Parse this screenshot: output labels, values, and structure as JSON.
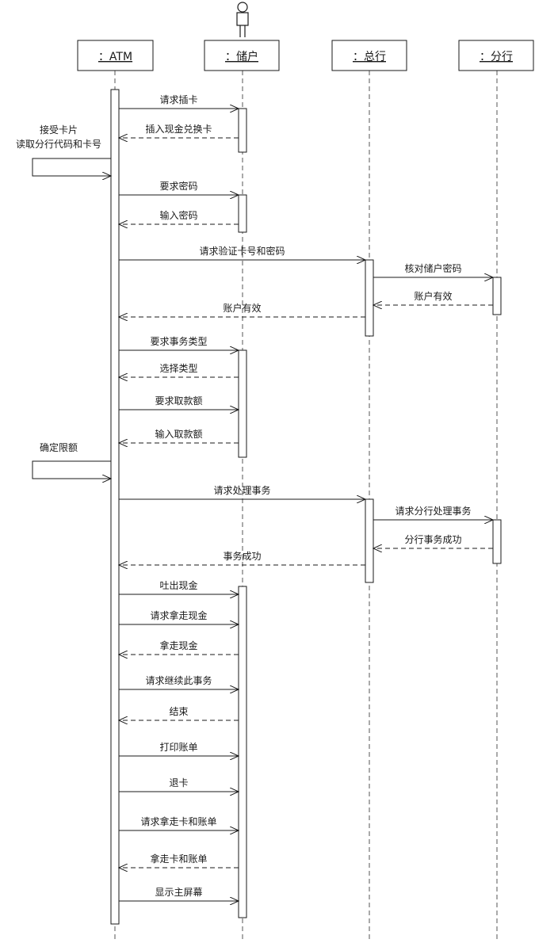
{
  "participants": [
    {
      "id": "atm",
      "label": "：ATM"
    },
    {
      "id": "user",
      "label": "：储户",
      "actor_icon": "stick-figure-icon"
    },
    {
      "id": "hq",
      "label": "：总行"
    },
    {
      "id": "branch",
      "label": "：分行"
    }
  ],
  "messages": [
    {
      "from": "atm",
      "to": "user",
      "text": "请求插卡",
      "style": "sync"
    },
    {
      "from": "user",
      "to": "atm",
      "text": "插入现金兑换卡",
      "style": "return"
    },
    {
      "from": "atm",
      "to": "atm",
      "text": "接受卡片\n读取分行代码和卡号",
      "style": "self"
    },
    {
      "from": "atm",
      "to": "user",
      "text": "要求密码",
      "style": "sync"
    },
    {
      "from": "user",
      "to": "atm",
      "text": "输入密码",
      "style": "return"
    },
    {
      "from": "atm",
      "to": "hq",
      "text": "请求验证卡号和密码",
      "style": "sync"
    },
    {
      "from": "hq",
      "to": "branch",
      "text": "核对储户密码",
      "style": "sync"
    },
    {
      "from": "branch",
      "to": "hq",
      "text": "账户有效",
      "style": "return"
    },
    {
      "from": "hq",
      "to": "atm",
      "text": "账户有效",
      "style": "return"
    },
    {
      "from": "atm",
      "to": "user",
      "text": "要求事务类型",
      "style": "sync"
    },
    {
      "from": "user",
      "to": "atm",
      "text": "选择类型",
      "style": "return"
    },
    {
      "from": "atm",
      "to": "user",
      "text": "要求取款额",
      "style": "sync"
    },
    {
      "from": "user",
      "to": "atm",
      "text": "输入取款额",
      "style": "return"
    },
    {
      "from": "atm",
      "to": "atm",
      "text": "确定限额",
      "style": "self"
    },
    {
      "from": "atm",
      "to": "hq",
      "text": "请求处理事务",
      "style": "sync"
    },
    {
      "from": "hq",
      "to": "branch",
      "text": "请求分行处理事务",
      "style": "sync"
    },
    {
      "from": "branch",
      "to": "hq",
      "text": "分行事务成功",
      "style": "return"
    },
    {
      "from": "hq",
      "to": "atm",
      "text": "事务成功",
      "style": "return"
    },
    {
      "from": "atm",
      "to": "user",
      "text": "吐出现金",
      "style": "sync"
    },
    {
      "from": "atm",
      "to": "user",
      "text": "请求拿走现金",
      "style": "sync"
    },
    {
      "from": "user",
      "to": "atm",
      "text": "拿走现金",
      "style": "return"
    },
    {
      "from": "atm",
      "to": "user",
      "text": "请求继续此事务",
      "style": "sync"
    },
    {
      "from": "user",
      "to": "atm",
      "text": "结束",
      "style": "return"
    },
    {
      "from": "atm",
      "to": "user",
      "text": "打印账单",
      "style": "sync"
    },
    {
      "from": "atm",
      "to": "user",
      "text": "退卡",
      "style": "sync"
    },
    {
      "from": "atm",
      "to": "user",
      "text": "请求拿走卡和账单",
      "style": "sync"
    },
    {
      "from": "user",
      "to": "atm",
      "text": "拿走卡和账单",
      "style": "return"
    },
    {
      "from": "atm",
      "to": "user",
      "text": "显示主屏幕",
      "style": "sync"
    }
  ],
  "activations": [
    {
      "participant": "atm",
      "from_message": 0,
      "to_message": 27
    },
    {
      "participant": "user",
      "from_message": 0,
      "to_message": 1
    },
    {
      "participant": "user",
      "from_message": 3,
      "to_message": 4
    },
    {
      "participant": "hq",
      "from_message": 5,
      "to_message": 8
    },
    {
      "participant": "branch",
      "from_message": 6,
      "to_message": 7
    },
    {
      "participant": "user",
      "from_message": 9,
      "to_message": 12
    },
    {
      "participant": "hq",
      "from_message": 14,
      "to_message": 17
    },
    {
      "participant": "branch",
      "from_message": 15,
      "to_message": 16
    },
    {
      "participant": "user",
      "from_message": 18,
      "to_message": 27
    }
  ],
  "colors": {
    "line": "#1a1a1a",
    "lifeline": "#555555",
    "box_fill": "#ffffff",
    "text": "#1a1a1a"
  }
}
